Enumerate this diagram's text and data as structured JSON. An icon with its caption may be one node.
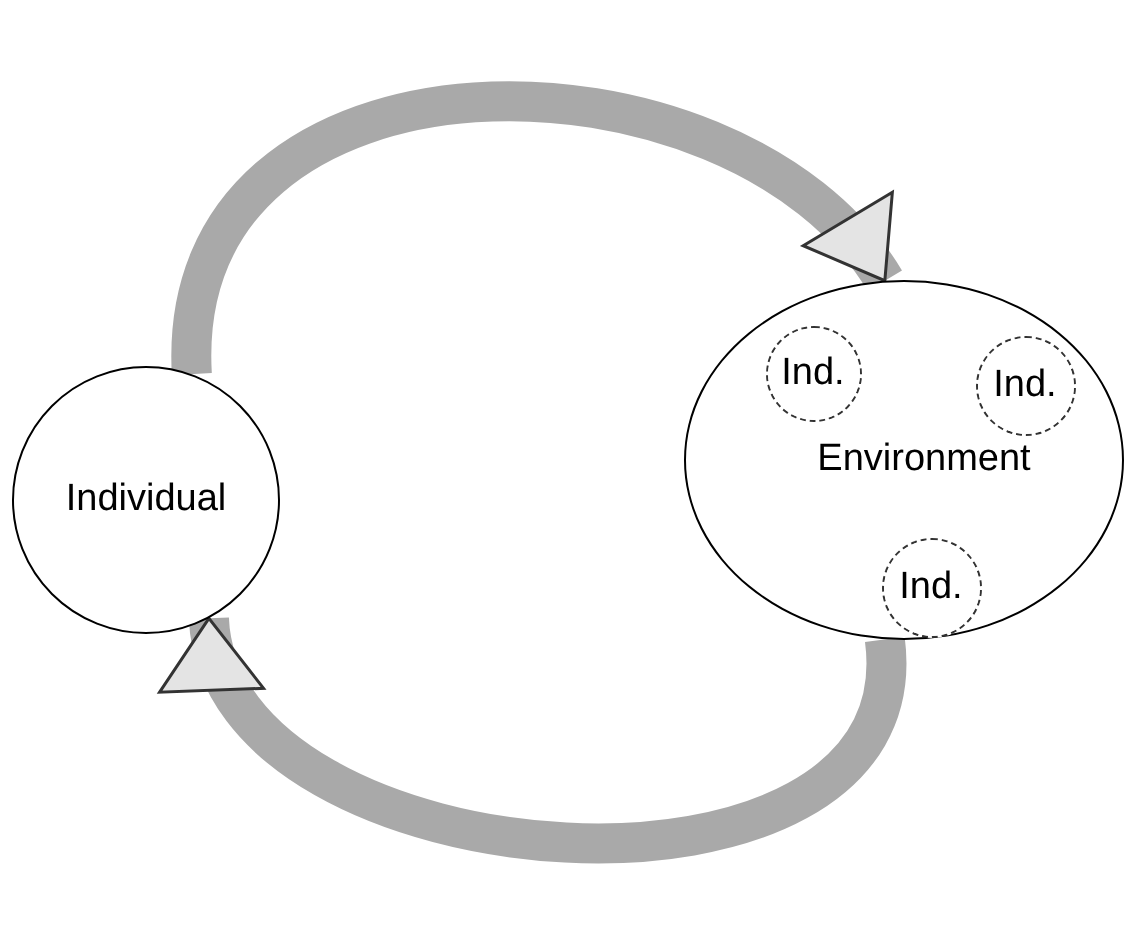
{
  "diagram": {
    "nodes": [
      {
        "text": [
          "Individual"
        ]
      },
      {
        "text": [
          "Environment"
        ]
      },
      {
        "text": [
          "Ind."
        ],
        "in": 1
      },
      {
        "text": [
          "Ind."
        ],
        "in": 1
      },
      {
        "text": [
          "Ind."
        ],
        "in": 1
      }
    ],
    "edges": [
      {
        "from": 0,
        "to": 1,
        "arrow": "to"
      },
      {
        "from": 1,
        "to": 0,
        "arrow": "to"
      }
    ]
  }
}
